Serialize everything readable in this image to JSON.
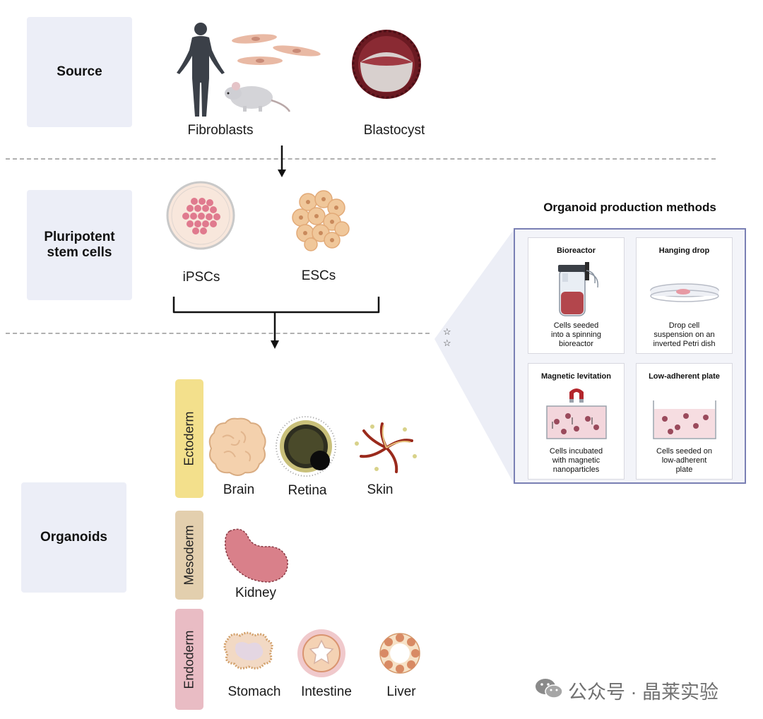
{
  "stages": {
    "source": "Source",
    "pluripotent": "Pluripotent stem cells",
    "organoids": "Organoids"
  },
  "source_items": {
    "fibroblasts": "Fibroblasts",
    "blastocyst": "Blastocyst"
  },
  "stem_cells": {
    "ipscs": "iPSCs",
    "escs": "ESCs"
  },
  "germ_layers": {
    "ectoderm": "Ectoderm",
    "mesoderm": "Mesoderm",
    "endoderm": "Endoderm"
  },
  "organoids": {
    "brain": "Brain",
    "retina": "Retina",
    "skin": "Skin",
    "kidney": "Kidney",
    "stomach": "Stomach",
    "intestine": "Intestine",
    "liver": "Liver"
  },
  "methods": {
    "title": "Organoid production methods",
    "bioreactor": {
      "title": "Bioreactor",
      "l1": "Cells seeded",
      "l2": "into a spinning",
      "l3": "bioreactor"
    },
    "hanging": {
      "title": "Hanging drop",
      "l1": "Drop cell",
      "l2": "suspension on an",
      "l3": "inverted Petri dish"
    },
    "magnetic": {
      "title": "Magnetic levitation",
      "l1": "Cells incubated",
      "l2": "with magnetic",
      "l3": "nanoparticles"
    },
    "lowadherent": {
      "title": "Low-adherent plate",
      "l1": "Cells seeded on",
      "l2": "low-adherent",
      "l3": "plate"
    }
  },
  "watermark": "公众号 · 晶莱实验",
  "colors": {
    "stage_bg": "#eceef7",
    "ectoderm": "#f3e08c",
    "mesoderm": "#e3cfae",
    "endoderm": "#e9bcc4",
    "panel_border": "#7a80b4"
  }
}
